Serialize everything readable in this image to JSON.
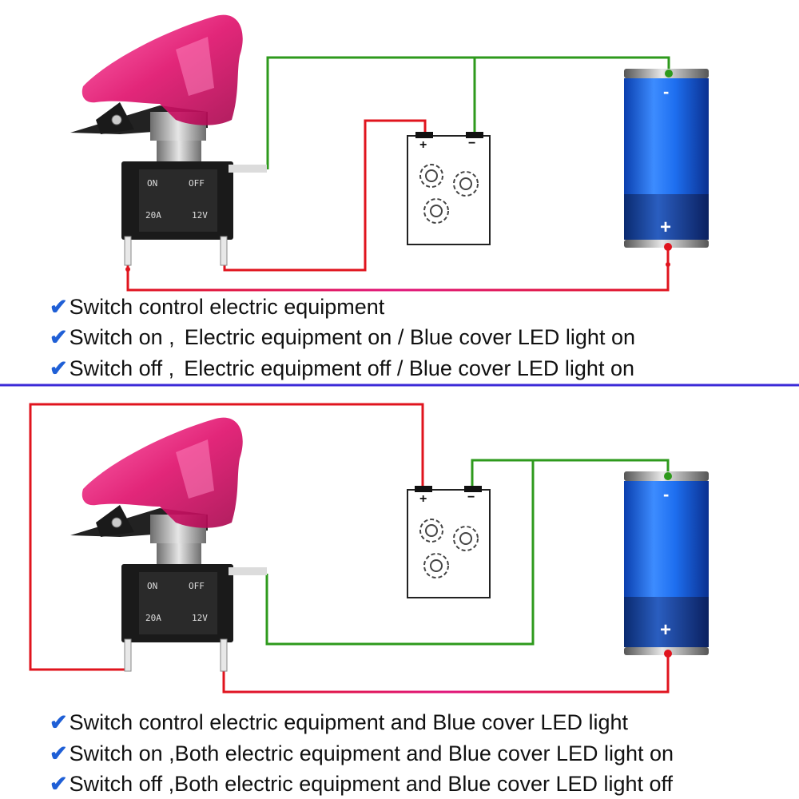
{
  "switch_labels": {
    "on": "ON",
    "off": "OFF",
    "amp": "20A",
    "volt": "12V"
  },
  "terminals": {
    "plus": "+",
    "minus": "−",
    "battery_minus": "-",
    "battery_plus": "+"
  },
  "colors": {
    "wire_red": "#e0141e",
    "wire_green": "#2e9a1c",
    "wire_pink": "#e0147a",
    "divider": "#3b2ad8",
    "cover": "#e0146e",
    "battery_blue": "#1e6ff0",
    "check": "#1f5fd6"
  },
  "section1": {
    "lines": [
      {
        "check": "✔",
        "a": "Switch control electric equipment",
        "b": ""
      },
      {
        "check": "✔",
        "a": "Switch on ,",
        "b": "Electric equipment on / Blue cover LED light on"
      },
      {
        "check": "✔",
        "a": "Switch off ,",
        "b": "Electric equipment off / Blue cover LED light on"
      }
    ]
  },
  "section2": {
    "lines": [
      {
        "check": "✔",
        "a": "Switch control electric equipment and Blue cover LED light",
        "b": ""
      },
      {
        "check": "✔",
        "a": "Switch on ,Both electric equipment and Blue cover LED light on",
        "b": ""
      },
      {
        "check": "✔",
        "a": "Switch off ,Both electric equipment and Blue cover LED light off",
        "b": ""
      }
    ]
  }
}
